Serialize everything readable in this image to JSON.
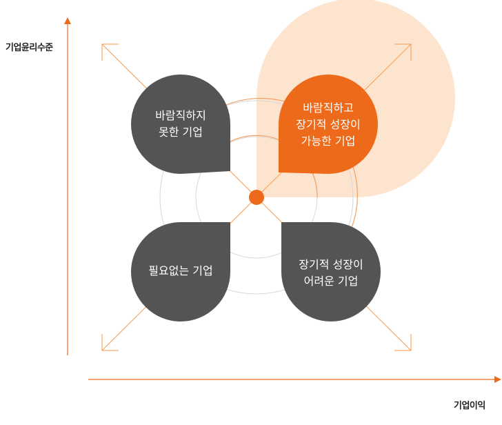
{
  "axes": {
    "y_label": "기업윤리수준",
    "x_label": "기업이익"
  },
  "quadrants": {
    "top_left": {
      "lines": [
        "바람직하지",
        "못한 기업"
      ]
    },
    "top_right": {
      "lines": [
        "바람직하고",
        "장기적 성장이",
        "가능한 기업"
      ]
    },
    "bottom_left": {
      "lines": [
        "필요없는 기업"
      ]
    },
    "bottom_right": {
      "lines": [
        "장기적 성장이",
        "어려운 기업"
      ]
    }
  },
  "colors": {
    "accent": "#ee6a1b",
    "dark_blob": "#545454",
    "highlight_bg": "#fde4cf",
    "arrow_orange": "#f59a4e",
    "ring_gray": "#d6d6d6"
  }
}
